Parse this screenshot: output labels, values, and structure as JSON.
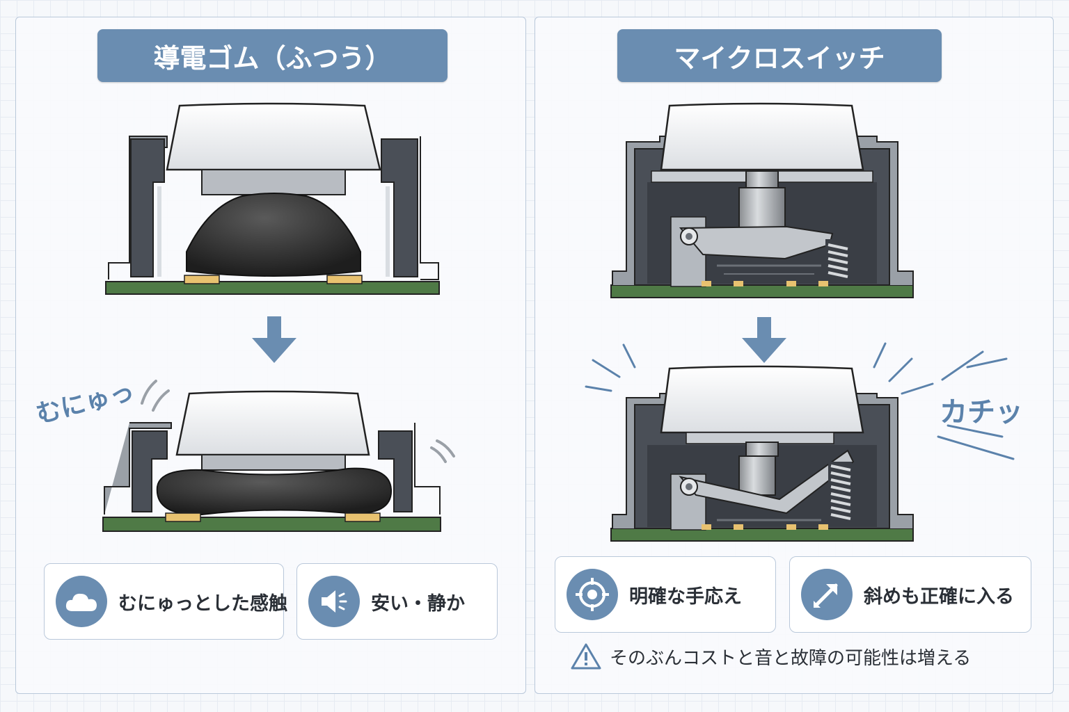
{
  "left": {
    "title": "導電ゴム（ふつう）",
    "sound_effect": "むにゅっ",
    "features": [
      {
        "label": "むにゅっとした感触",
        "icon": "cloud-icon"
      },
      {
        "label": "安い・静か",
        "icon": "speaker-quiet-icon"
      }
    ]
  },
  "right": {
    "title": "マイクロスイッチ",
    "sound_effect": "カチッ",
    "features": [
      {
        "label": "明確な手応え",
        "icon": "target-icon"
      },
      {
        "label": "斜めも正確に入る",
        "icon": "diagonal-arrow-icon"
      }
    ],
    "warning": "そのぶんコストと音と故障の可能性は増える"
  },
  "colors": {
    "accent": "#6a8db1",
    "panel_border": "#b9c8da",
    "pcb": "#4f7a46",
    "rubber": "#2b2b2b",
    "keycap": "#f2f2f2",
    "housing": "#4a4f57"
  }
}
